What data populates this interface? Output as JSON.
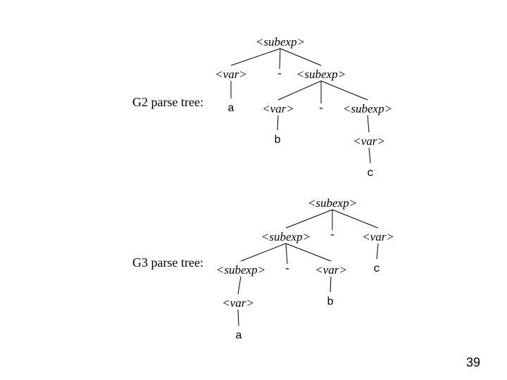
{
  "slide": {
    "page_number": "39"
  },
  "trees": [
    {
      "caption": "G2 parse tree:",
      "nodes": [
        {
          "label": "<subexp>",
          "kind": "nonterminal"
        },
        {
          "label": "<var>",
          "kind": "nonterminal"
        },
        {
          "label": "-",
          "kind": "terminal"
        },
        {
          "label": "<subexp>",
          "kind": "nonterminal"
        },
        {
          "label": "a",
          "kind": "terminal"
        },
        {
          "label": "<var>",
          "kind": "nonterminal"
        },
        {
          "label": "-",
          "kind": "terminal"
        },
        {
          "label": "<subexp>",
          "kind": "nonterminal"
        },
        {
          "label": "b",
          "kind": "terminal"
        },
        {
          "label": "<var>",
          "kind": "nonterminal"
        },
        {
          "label": "c",
          "kind": "terminal"
        }
      ],
      "edges": [
        [
          0,
          1
        ],
        [
          0,
          2
        ],
        [
          0,
          3
        ],
        [
          1,
          4
        ],
        [
          3,
          5
        ],
        [
          3,
          6
        ],
        [
          3,
          7
        ],
        [
          5,
          8
        ],
        [
          7,
          9
        ],
        [
          9,
          10
        ]
      ]
    },
    {
      "caption": "G3 parse tree:",
      "nodes": [
        {
          "label": "<subexp>",
          "kind": "nonterminal"
        },
        {
          "label": "<subexp>",
          "kind": "nonterminal"
        },
        {
          "label": "-",
          "kind": "terminal"
        },
        {
          "label": "<var>",
          "kind": "nonterminal"
        },
        {
          "label": "<subexp>",
          "kind": "nonterminal"
        },
        {
          "label": "-",
          "kind": "terminal"
        },
        {
          "label": "<var>",
          "kind": "nonterminal"
        },
        {
          "label": "c",
          "kind": "terminal"
        },
        {
          "label": "<var>",
          "kind": "nonterminal"
        },
        {
          "label": "b",
          "kind": "terminal"
        },
        {
          "label": "a",
          "kind": "terminal"
        }
      ],
      "edges": [
        [
          0,
          1
        ],
        [
          0,
          2
        ],
        [
          0,
          3
        ],
        [
          1,
          4
        ],
        [
          1,
          5
        ],
        [
          1,
          6
        ],
        [
          3,
          7
        ],
        [
          4,
          8
        ],
        [
          6,
          9
        ],
        [
          8,
          10
        ]
      ]
    }
  ]
}
